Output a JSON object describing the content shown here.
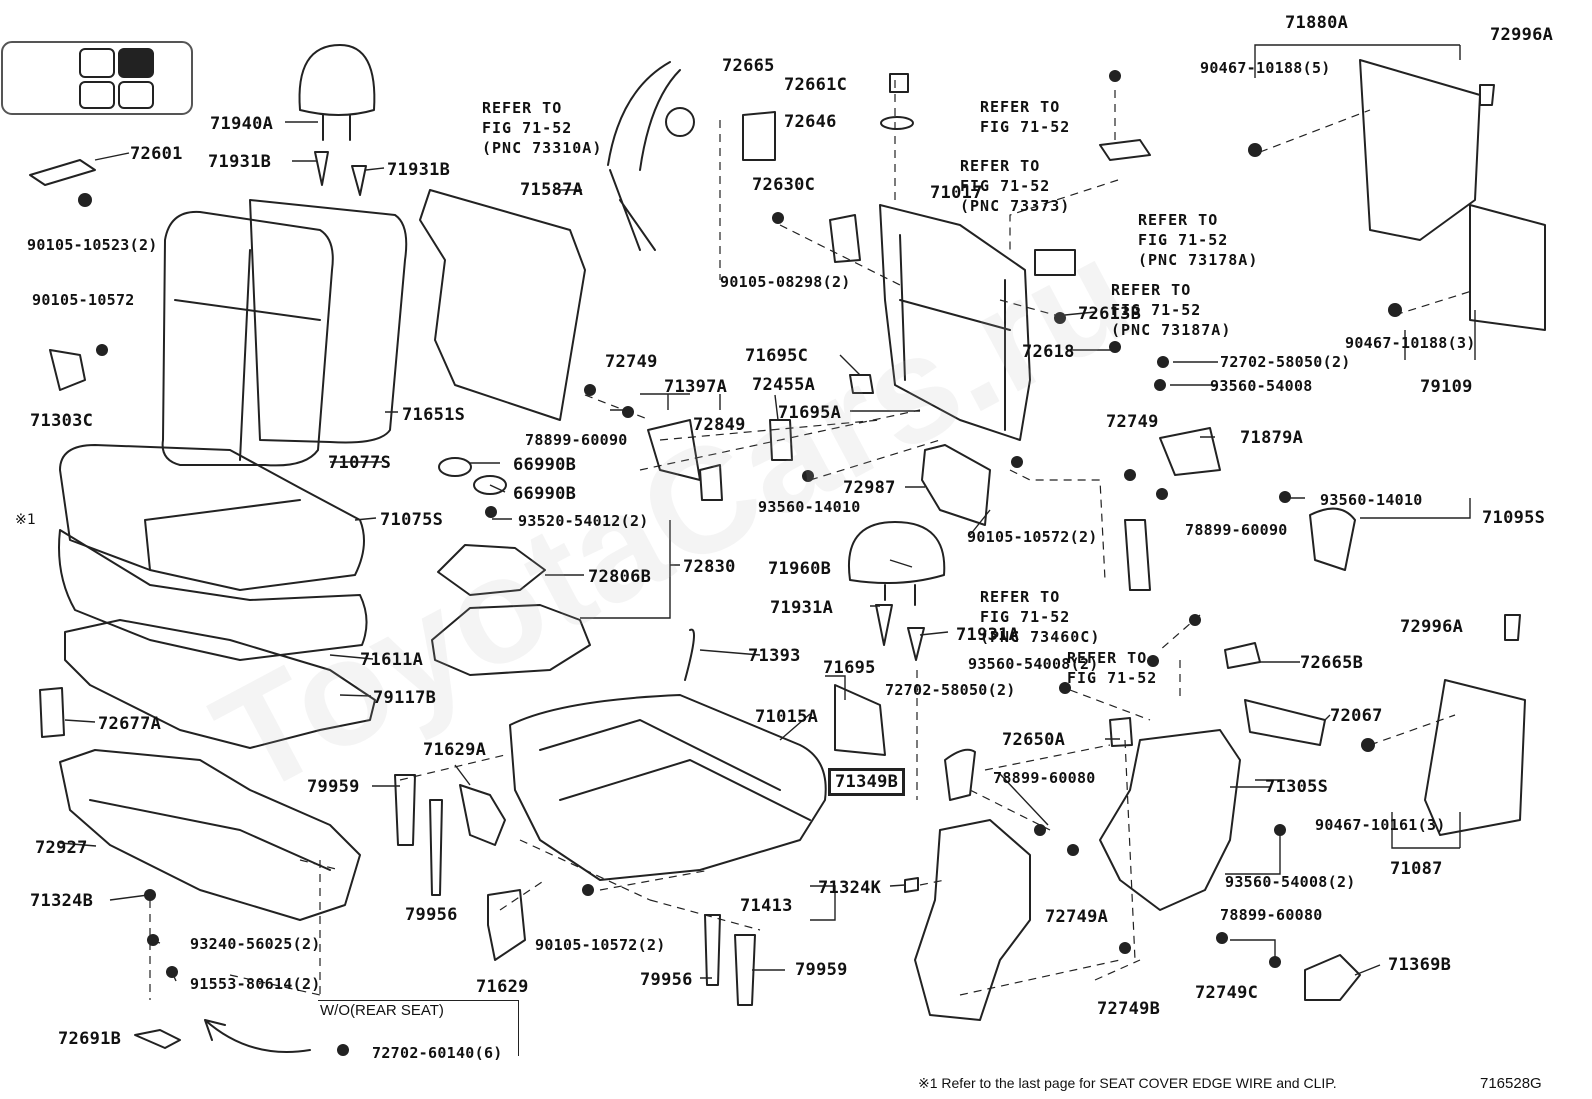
{
  "watermark": "ToyotaCars.ru",
  "labels": {
    "p71880A": "71880A",
    "p72996A_1": "72996A",
    "p72665": "72665",
    "p72661C": "72661C",
    "p72646": "72646",
    "p72630C": "72630C",
    "p71017": "71017",
    "p71940A": "71940A",
    "p71931B_1": "71931B",
    "p71931B_2": "71931B",
    "p72601": "72601",
    "p90105_10523": "90105-10523(2)",
    "p71587A": "71587A",
    "p90105_10572_a": "90105-10572",
    "p71303C": "71303C",
    "p71651S": "71651S",
    "p71077S": "71077S",
    "p72749_1": "72749",
    "p71397A": "71397A",
    "p72849": "72849",
    "p78899_60090_1": "78899-60090",
    "p72455A": "72455A",
    "p71695C": "71695C",
    "p71695A": "71695A",
    "p93560_14010_1": "93560-14010",
    "p72987": "72987",
    "p90105_08298": "90105-08298(2)",
    "p72613B": "72613B",
    "p72618": "72618",
    "p72702_58050_1": "72702-58050(2)",
    "p93560_54008_1": "93560-54008",
    "p90467_10188_5": "90467-10188(5)",
    "p90467_10188_3": "90467-10188(3)",
    "p79109": "79109",
    "p72749_2": "72749",
    "p71879A": "71879A",
    "p78899_60090_2": "78899-60090",
    "p93560_14010_2": "93560-14010",
    "p71095S": "71095S",
    "p66990B_1": "66990B",
    "p66990B_2": "66990B",
    "p71075S": "71075S",
    "p93520_54012": "93520-54012(2)",
    "p72806B": "72806B",
    "p72830": "72830",
    "p71960B": "71960B",
    "p90105_10572_b": "90105-10572(2)",
    "p71931A_1": "71931A",
    "p71931A_2": "71931A",
    "p71611A": "71611A",
    "p71393": "71393",
    "p93560_54008_2": "93560-54008(2)",
    "p72996A_2": "72996A",
    "p72665B": "72665B",
    "p79117B": "79117B",
    "p71695": "71695",
    "p72702_58050_2": "72702-58050(2)",
    "p72067": "72067",
    "p72677A": "72677A",
    "p71015A": "71015A",
    "p72650A": "72650A",
    "p71629A": "71629A",
    "p79959_1": "79959",
    "p71349B": "71349B",
    "p78899_60080_1": "78899-60080",
    "p71305S": "71305S",
    "p90467_10161": "90467-10161(3)",
    "p72927": "72927",
    "p71087": "71087",
    "p71324B": "71324B",
    "p79956_1": "79956",
    "p71324K": "71324K",
    "p71413": "71413",
    "p72749A": "72749A",
    "p93560_54008_3": "93560-54008(2)",
    "p93240_56025": "93240-56025(2)",
    "p90105_10572_c": "90105-10572(2)",
    "p78899_60080_2": "78899-60080",
    "p79959_2": "79959",
    "p71369B": "71369B",
    "p91553_80614": "91553-80614(2)",
    "p71629": "71629",
    "p79956_2": "79956",
    "p72749B": "72749B",
    "p72749C": "72749C",
    "p72691B": "72691B",
    "p72702_60140": "72702-60140(6)",
    "note1": "※1"
  },
  "refs": {
    "r73310A": [
      "REFER TO",
      "FIG 71-52",
      "(PNC 73310A)"
    ],
    "r_top": [
      "REFER TO",
      "FIG 71-52"
    ],
    "r73373": [
      "REFER TO",
      "FIG 71-52",
      "(PNC 73373)"
    ],
    "r73178A": [
      "REFER TO",
      "FIG 71-52",
      "(PNC 73178A)"
    ],
    "r73187A": [
      "REFER TO",
      "FIG 71-52",
      "(PNC 73187A)"
    ],
    "r73460C": [
      "REFER TO",
      "FIG 71-52",
      "(PNC 73460C)"
    ],
    "r_mid": [
      "REFER TO",
      "FIG 71-52"
    ]
  },
  "wo_rear_seat": "W/O(REAR SEAT)",
  "footnote": "※1 Refer to the last page for SEAT COVER EDGE WIRE and CLIP.",
  "figure_code": "716528G",
  "highlighted_part": "71349B"
}
